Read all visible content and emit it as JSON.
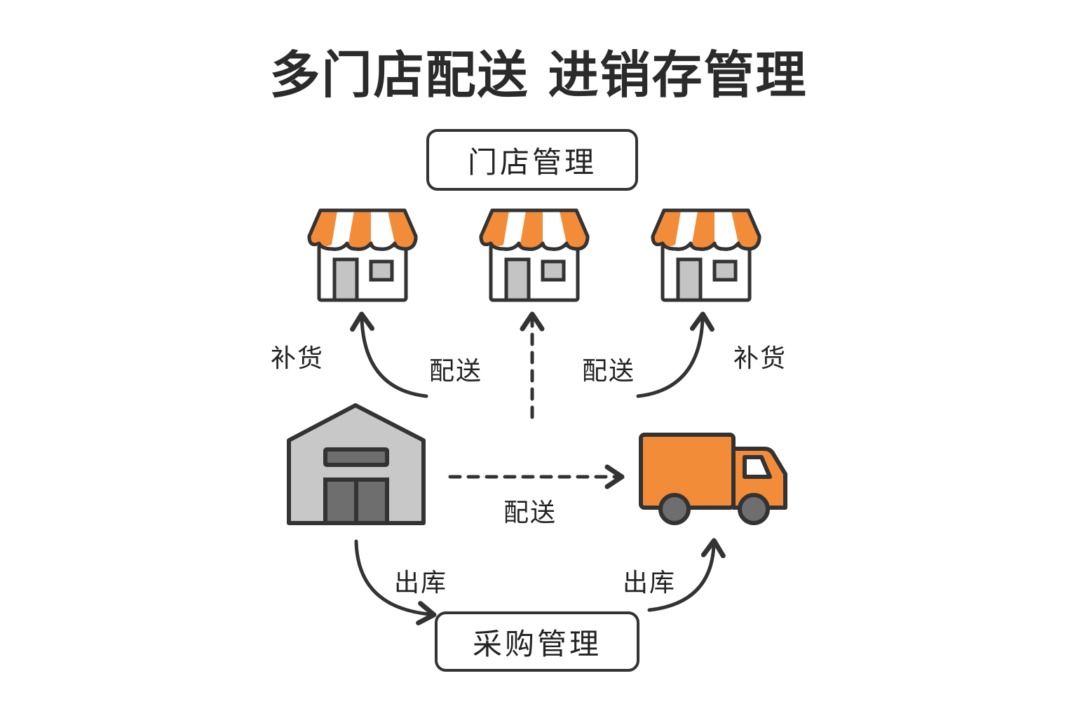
{
  "title": "多门店配送  进销存管理",
  "nodes": {
    "store_management": "门店管理",
    "purchase_management": "采购管理",
    "stores": [
      {
        "name": "store-1"
      },
      {
        "name": "store-2"
      },
      {
        "name": "store-3"
      }
    ],
    "warehouse": "warehouse",
    "truck": "delivery-truck"
  },
  "edge_labels": {
    "replenish_left": "补货",
    "deliver_left": "配送",
    "deliver_right": "配送",
    "replenish_right": "补货",
    "deliver_bottom": "配送",
    "outbound_left": "出库",
    "outbound_right": "出库"
  },
  "colors": {
    "accent_orange": "#F28C38",
    "outline": "#333333",
    "warehouse_gray": "#C8C8C8",
    "door_gray": "#6E6E6E",
    "wheel_gray": "#6E6E6E"
  }
}
